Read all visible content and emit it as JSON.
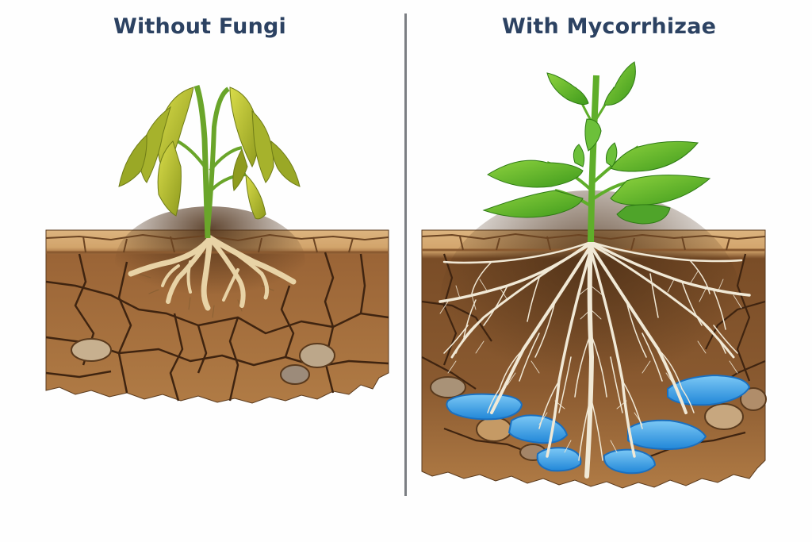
{
  "panels": {
    "left": {
      "title": "Without Fungi",
      "plant_state": "wilting-yellowed-leaves",
      "root_system": "short-sparse-roots",
      "soil": "dry-cracked-soil"
    },
    "right": {
      "title": "With Mycorrhizae",
      "plant_state": "healthy-green-leaves",
      "root_system": "extensive-branching-roots-and-hyphae",
      "soil": "soil-with-water-pockets"
    }
  },
  "colors": {
    "title": "#2c4262",
    "divider": "#7b7e83",
    "soil_top": "#d9b07a",
    "soil_mid": "#a9723f",
    "soil_dark": "#6a4322",
    "crack": "#4a2c15",
    "root_left": "#e8d3a6",
    "root_right": "#f1e9d6",
    "leaf_wilted": "#b8c234",
    "leaf_healthy": "#5bb42a",
    "stem": "#5fae2a",
    "water": "#3aa0e6"
  }
}
